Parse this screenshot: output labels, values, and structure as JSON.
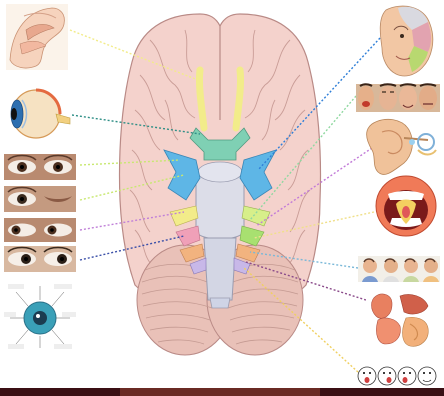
{
  "figure": {
    "subject": "brain-inferior-view-cranial-nerves",
    "palette": {
      "brain": "#f4d2cc",
      "brain_outline": "#b98a86",
      "cerebellum": "#e9c1b8",
      "brainstem": "#dcdde8",
      "olfactory": "#f2ec8a",
      "optic": "#7fd0b4",
      "oculomotor": "#5eb6e6",
      "trigeminal": "#9ad0f0",
      "vestibulocochlear": "#d7ef8a",
      "glossopharyngeal": "#f2b37f",
      "accessory": "#f0c6a8",
      "hypoglossal": "#c8b8e8",
      "bottom_bar": "#3a0f14"
    },
    "left_panels": [
      {
        "name": "nasal-cavity-panel",
        "nerve_color": "#f2ec8a"
      },
      {
        "name": "eyeball-panel",
        "nerve_color": "#7fd0b4"
      },
      {
        "name": "eyes-panel-1",
        "nerve_color": "#c8e870"
      },
      {
        "name": "eyes-panel-2",
        "nerve_color": "#c8e870"
      },
      {
        "name": "eyes-panel-3",
        "nerve_color": "#c080d8"
      },
      {
        "name": "eyes-panel-4",
        "nerve_color": "#3a4fa8"
      },
      {
        "name": "eye-muscles-panel",
        "nerve_color": "#3a4fa8"
      }
    ],
    "right_panels": [
      {
        "name": "face-sensory-panel",
        "nerve_color": "#2f7fd8"
      },
      {
        "name": "facial-expressions-panel",
        "nerve_color": "#8fd8a0"
      },
      {
        "name": "ear-panel",
        "nerve_color": "#c27ad8"
      },
      {
        "name": "throat-panel",
        "nerve_color": "#f0e08a"
      },
      {
        "name": "neck-turn-panel",
        "nerve_color": "#7ab8d8"
      },
      {
        "name": "viscera-panel",
        "nerve_color": "#8a4a8a"
      },
      {
        "name": "tongue-faces-panel",
        "nerve_color": "#f0d060"
      }
    ]
  }
}
